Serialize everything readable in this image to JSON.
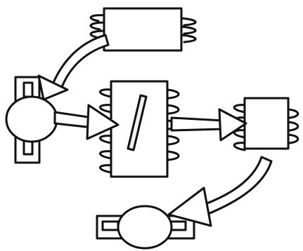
{
  "diagram": {
    "style": "hand-drawn sketch",
    "colors": {
      "ink": "#111111",
      "paper": "#ffffff",
      "shade": "#f2f2f2"
    },
    "nodes": [
      {
        "id": "top-block",
        "shape": "rectangle-with-coil"
      },
      {
        "id": "left-node",
        "shape": "circle-with-bar"
      },
      {
        "id": "center-block",
        "shape": "tall-rectangle-with-coils-and-slot"
      },
      {
        "id": "right-block",
        "shape": "square-with-coils"
      },
      {
        "id": "bottom-node",
        "shape": "circle-with-bar"
      }
    ],
    "edges": [
      {
        "from": "top-block",
        "to": "left-node"
      },
      {
        "from": "left-node",
        "to": "center-block"
      },
      {
        "from": "center-block",
        "to": "right-block"
      },
      {
        "from": "right-block",
        "to": "bottom-node"
      }
    ]
  }
}
